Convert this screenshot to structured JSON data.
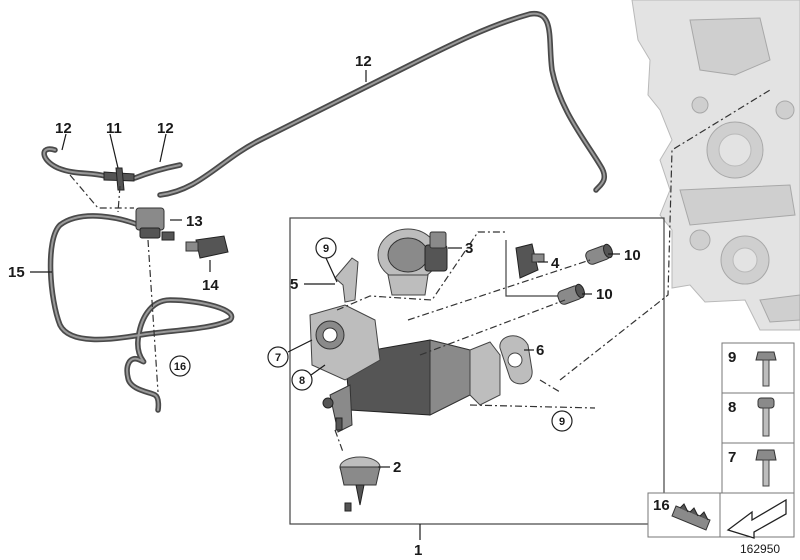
{
  "diagram": {
    "id_number": "162950",
    "callouts": {
      "c1": "1",
      "c2": "2",
      "c3": "3",
      "c4": "4",
      "c5": "5",
      "c6": "6",
      "c7": "7",
      "c8": "8",
      "c9a": "9",
      "c9b": "9",
      "c10a": "10",
      "c10b": "10",
      "c11": "11",
      "c12a": "12",
      "c12b": "12",
      "c12c": "12",
      "c13": "13",
      "c14": "14",
      "c15": "15",
      "c16": "16"
    },
    "legend": {
      "item9": "9",
      "item8": "8",
      "item7": "7",
      "item16": "16"
    }
  }
}
